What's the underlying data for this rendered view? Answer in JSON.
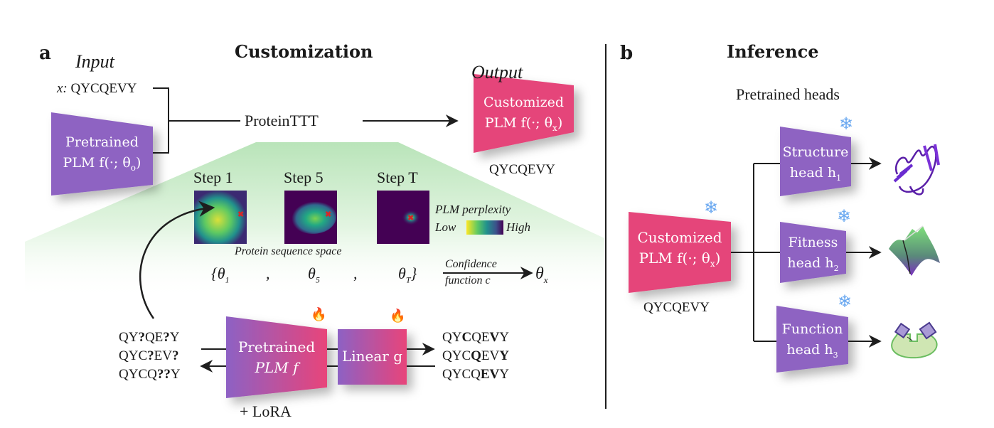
{
  "panel_a": {
    "letter": "a",
    "titles": {
      "input": "Input",
      "customization": "Customization",
      "output": "Output"
    },
    "input_seq_label": "x:",
    "input_seq": "QYCQEVY",
    "pretrained_block": {
      "line1": "Pretrained",
      "line2": "PLM f(·; θ",
      "subscript": "o",
      "close": ")"
    },
    "method_label": "ProteinTTT",
    "customized_block": {
      "line1": "Customized",
      "line2": "PLM f(·; θ",
      "subscript": "x",
      "close": ")"
    },
    "output_seq": "QYCQEVY",
    "steps": [
      {
        "label": "Step 1"
      },
      {
        "label": "Step 5"
      },
      {
        "label": "Step T"
      }
    ],
    "colorbar": {
      "title": "PLM perplexity",
      "low": "Low",
      "high": "High",
      "colors": [
        "#fde725",
        "#35b779",
        "#31688e",
        "#440154"
      ]
    },
    "sequence_space_label": "Protein sequence space",
    "theta_set": {
      "open": "{θ",
      "t1": "1",
      "comma1": ",",
      "t5_base": "θ",
      "t5": "5",
      "comma2": ",",
      "tT_base": "θ",
      "tT": "T",
      "close": "}"
    },
    "confidence": {
      "line1": "Confidence",
      "line2": "function c",
      "result_base": "θ",
      "result_sub": "x"
    },
    "masked_inputs": [
      [
        {
          "t": "QY",
          "b": false
        },
        {
          "t": "?",
          "b": true
        },
        {
          "t": "QE",
          "b": false
        },
        {
          "t": "?",
          "b": true
        },
        {
          "t": "Y",
          "b": false
        }
      ],
      [
        {
          "t": "QYC",
          "b": false
        },
        {
          "t": "?",
          "b": true
        },
        {
          "t": "EV",
          "b": false
        },
        {
          "t": "?",
          "b": true
        }
      ],
      [
        {
          "t": "QYCQ",
          "b": false
        },
        {
          "t": "??",
          "b": true
        },
        {
          "t": "Y",
          "b": false
        }
      ]
    ],
    "predicted_outputs": [
      [
        {
          "t": "QY",
          "b": false
        },
        {
          "t": "C",
          "b": true
        },
        {
          "t": "QE",
          "b": false
        },
        {
          "t": "V",
          "b": true
        },
        {
          "t": "Y",
          "b": false
        }
      ],
      [
        {
          "t": "QYC",
          "b": false
        },
        {
          "t": "Q",
          "b": true
        },
        {
          "t": "EV",
          "b": false
        },
        {
          "t": "Y",
          "b": true
        }
      ],
      [
        {
          "t": "QYCQ",
          "b": false
        },
        {
          "t": "EV",
          "b": true
        },
        {
          "t": "Y",
          "b": false
        }
      ]
    ],
    "train_block": {
      "line1": "Pretrained",
      "line2": "PLM f"
    },
    "linear_block": {
      "label": "Linear g"
    },
    "lora_label": "+ LoRA",
    "trainable_icon": "fire-icon"
  },
  "panel_b": {
    "letter": "b",
    "title": "Inference",
    "heads_title": "Pretrained heads",
    "customized_block": {
      "line1": "Customized",
      "line2": "PLM f(·; θ",
      "subscript": "x",
      "close": ")"
    },
    "seq": "QYCQEVY",
    "frozen_icon": "snowflake-icon",
    "heads": [
      {
        "line1": "Structure",
        "line2": "head h",
        "sub": "1",
        "output_icon": "protein-structure-icon"
      },
      {
        "line1": "Fitness",
        "line2": "head h",
        "sub": "2",
        "output_icon": "fitness-landscape-icon"
      },
      {
        "line1": "Function",
        "line2": "head h",
        "sub": "3",
        "output_icon": "binding-function-icon"
      }
    ]
  },
  "colors": {
    "pretrained_purple": "#8e63c2",
    "customized_pink": "#e5457a",
    "green_region": "#cdeccf",
    "snowflake_blue": "#6aa8f0",
    "line_dark": "#1e1e1e"
  }
}
